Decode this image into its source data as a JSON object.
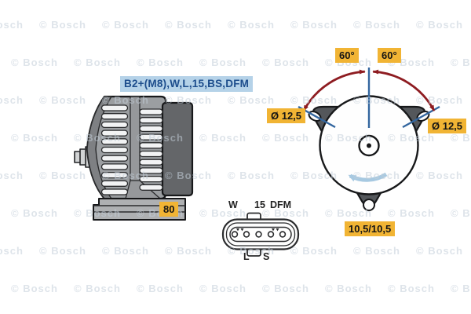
{
  "watermark": {
    "text": "© Bosch"
  },
  "colors": {
    "label_yellow_bg": "#f1b434",
    "label_blue_bg": "#b5d2e8",
    "label_blue_text": "#1d4d8c",
    "dimension_red": "#8e1c21",
    "dimension_blue": "#33669f",
    "rotation_arrow_blue": "#a7c9e1",
    "housing_gray": "#9b9ea1",
    "rear_block_gray": "#646669",
    "mounting_plate_gray": "#54575b"
  },
  "side_view": {
    "connections_label": "B2+(M8),W,L,15,BS,DFM",
    "length_label": "80"
  },
  "connector": {
    "top_pins": [
      "W",
      "15",
      "DFM"
    ],
    "bottom_pins": [
      "L",
      "S"
    ]
  },
  "front_view": {
    "angle_left": "60°",
    "angle_right": "60°",
    "hole_left": "Ø 12,5",
    "hole_right": "Ø 12,5",
    "bottom_holes": "10,5/10,5"
  }
}
